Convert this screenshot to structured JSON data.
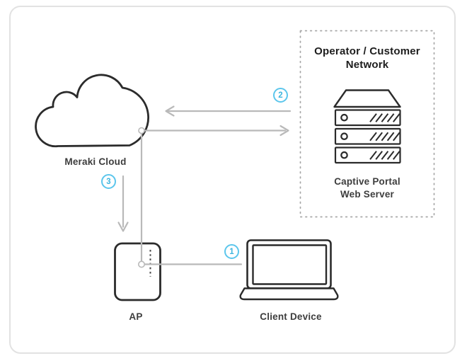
{
  "nodes": {
    "meraki_cloud": {
      "label": "Meraki Cloud",
      "icon": "cloud-icon"
    },
    "ap": {
      "label": "AP",
      "icon": "access-point-icon"
    },
    "client_device": {
      "label": "Client Device",
      "icon": "laptop-icon"
    },
    "captive_portal": {
      "label_lines": [
        "Captive Portal",
        "Web Server"
      ],
      "icon": "server-stack-icon"
    },
    "operator_network": {
      "title_lines": [
        "Operator / Customer",
        "Network"
      ],
      "border_style": "dotted"
    }
  },
  "steps": [
    {
      "number": "1"
    },
    {
      "number": "2"
    },
    {
      "number": "3"
    }
  ],
  "colors": {
    "step_badge_border": "#5cc6ec",
    "step_badge_text": "#3eb5de",
    "connector_gray": "#b9b9b9",
    "outline_dark": "#2b2b2b",
    "dashed_border_gray": "#a6a6a6",
    "label_text": "#3d3d3d",
    "card_border": "#e2e2e2"
  }
}
